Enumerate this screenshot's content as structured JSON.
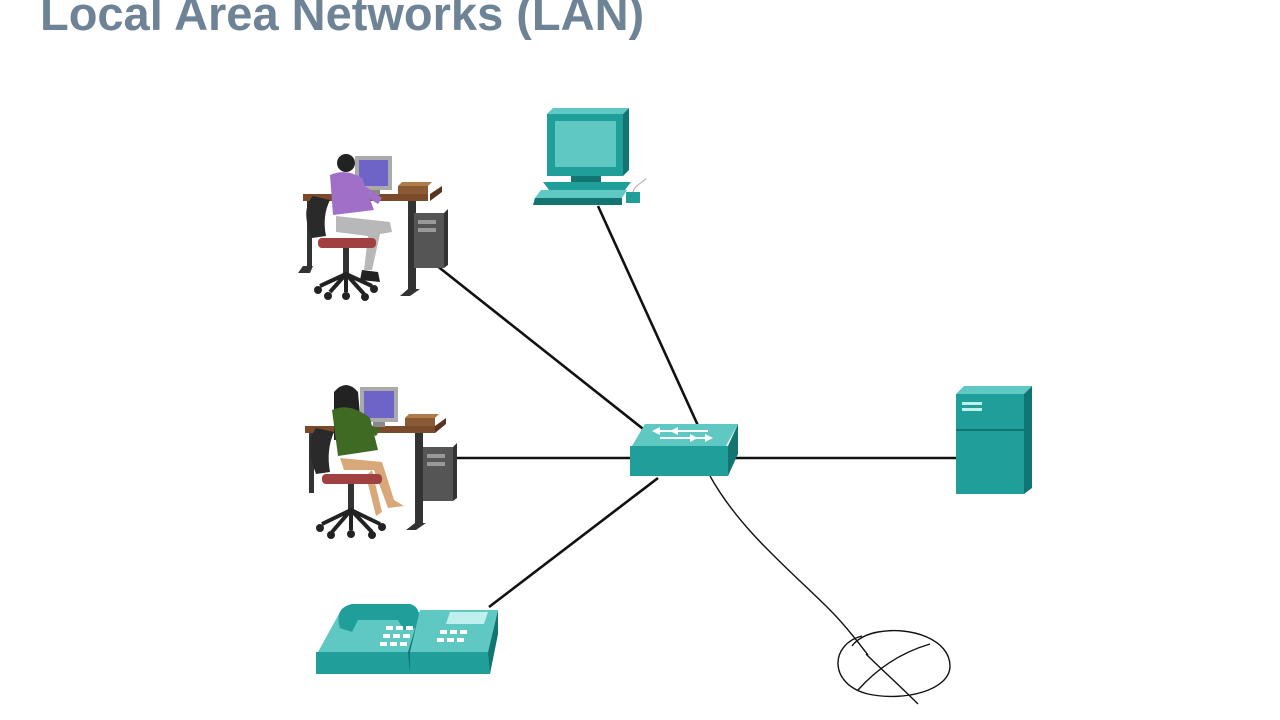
{
  "title": "Local Area Networks (LAN)",
  "colors": {
    "title": "#6e8496",
    "device_teal": "#1f9e9a",
    "device_dark": "#137572",
    "device_light": "#5fc8c3",
    "link": "#111111"
  },
  "nodes": [
    {
      "id": "workstation-man",
      "kind": "person-at-desk",
      "icon": "man-at-computer-icon"
    },
    {
      "id": "workstation-woman",
      "kind": "person-at-desk",
      "icon": "woman-at-computer-icon"
    },
    {
      "id": "pc",
      "kind": "computer",
      "icon": "desktop-computer-icon"
    },
    {
      "id": "switch",
      "kind": "switch",
      "icon": "network-switch-icon"
    },
    {
      "id": "server",
      "kind": "server",
      "icon": "server-icon"
    },
    {
      "id": "ip-phone",
      "kind": "phone",
      "icon": "ip-phone-icon"
    },
    {
      "id": "crossed-circle",
      "kind": "annotation",
      "icon": "crossed-circle-sketch"
    }
  ],
  "links": [
    {
      "from": "workstation-man",
      "to": "switch"
    },
    {
      "from": "pc",
      "to": "switch"
    },
    {
      "from": "workstation-woman",
      "to": "switch"
    },
    {
      "from": "server",
      "to": "switch"
    },
    {
      "from": "ip-phone",
      "to": "switch"
    },
    {
      "from": "switch",
      "to": "crossed-circle",
      "style": "hand-drawn"
    }
  ]
}
